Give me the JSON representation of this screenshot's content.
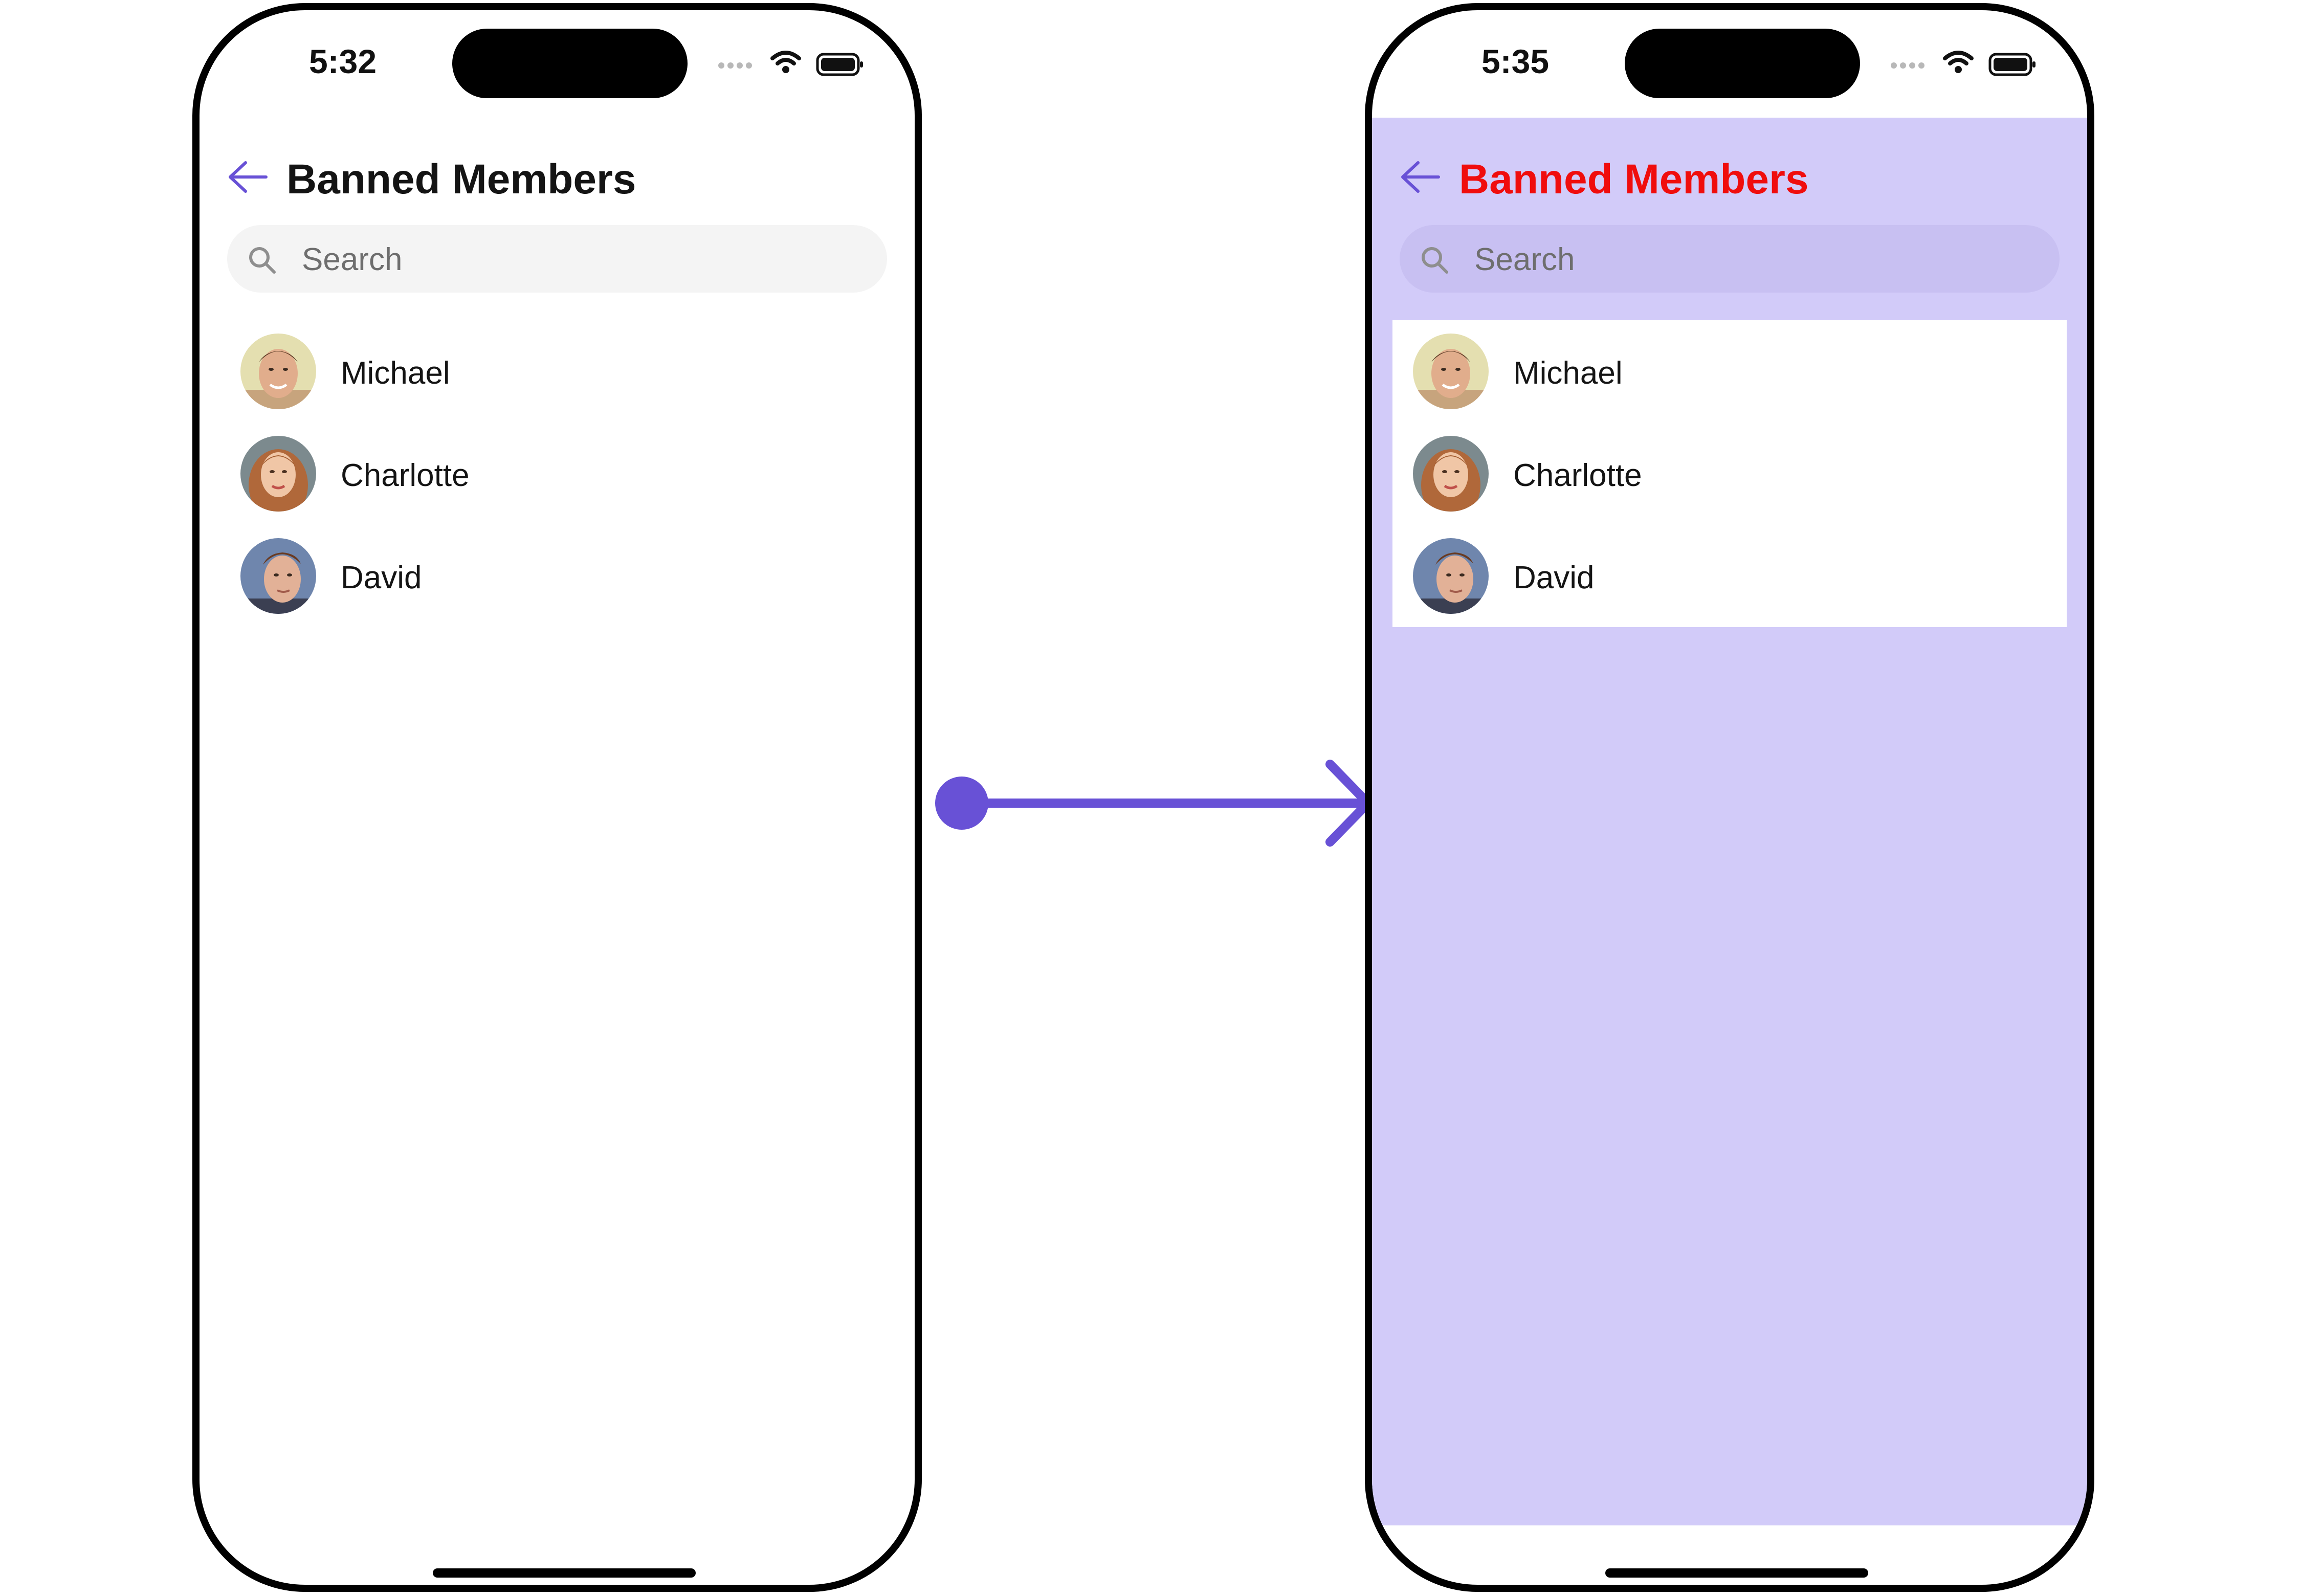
{
  "colors": {
    "accent": "#6851D6",
    "customized_background": "#D2CBF9",
    "customized_title": "#F00D0D",
    "list_background": "#FFFFFF"
  },
  "phones": [
    {
      "variant": "default",
      "status": {
        "time": "5:32"
      },
      "header": {
        "title": "Banned Members",
        "back_icon": "arrow-left-icon"
      },
      "search": {
        "placeholder": "Search",
        "icon": "search-icon"
      },
      "members": [
        {
          "name": "Michael",
          "avatar": "avatar-photo"
        },
        {
          "name": "Charlotte",
          "avatar": "avatar-photo"
        },
        {
          "name": "David",
          "avatar": "avatar-photo"
        }
      ]
    },
    {
      "variant": "customized",
      "status": {
        "time": "5:35"
      },
      "header": {
        "title": "Banned Members",
        "back_icon": "arrow-left-icon"
      },
      "search": {
        "placeholder": "Search",
        "icon": "search-icon"
      },
      "members": [
        {
          "name": "Michael",
          "avatar": "avatar-photo"
        },
        {
          "name": "Charlotte",
          "avatar": "avatar-photo"
        },
        {
          "name": "David",
          "avatar": "avatar-photo"
        }
      ]
    }
  ],
  "connector": {
    "icon": "arrow-right-icon"
  }
}
